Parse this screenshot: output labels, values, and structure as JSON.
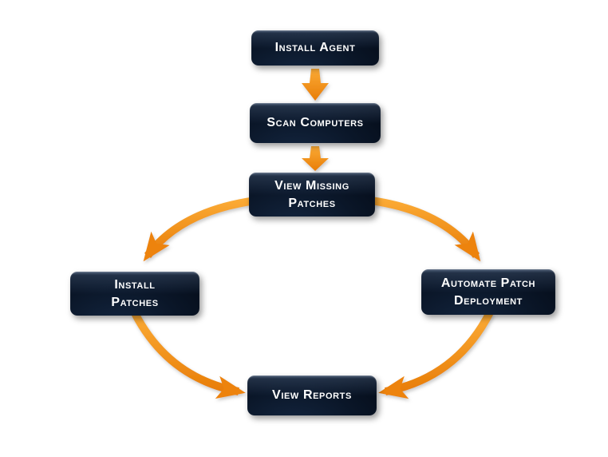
{
  "diagram": {
    "type": "flowchart",
    "background": "#ffffff",
    "nodes": [
      {
        "id": "install-agent",
        "label": "Install Agent"
      },
      {
        "id": "scan-computers",
        "label": "Scan Computers"
      },
      {
        "id": "view-missing-patches",
        "label": "View Missing Patches"
      },
      {
        "id": "install-patches",
        "label": "Install Patches"
      },
      {
        "id": "automate-patch-deployment",
        "label": "Automate Patch Deployment"
      },
      {
        "id": "view-reports",
        "label": "View Reports"
      }
    ],
    "edges": [
      {
        "from": "install-agent",
        "to": "scan-computers",
        "style": "straight-down"
      },
      {
        "from": "scan-computers",
        "to": "view-missing-patches",
        "style": "straight-down"
      },
      {
        "from": "view-missing-patches",
        "to": "install-patches",
        "style": "curve-down-left"
      },
      {
        "from": "view-missing-patches",
        "to": "automate-patch-deployment",
        "style": "curve-down-right"
      },
      {
        "from": "install-patches",
        "to": "view-reports",
        "style": "curve-down-right"
      },
      {
        "from": "automate-patch-deployment",
        "to": "view-reports",
        "style": "curve-down-left"
      }
    ],
    "colors": {
      "node_background": "#0a1628",
      "node_gloss_highlight": "#5f789b",
      "node_text": "#ffffff",
      "arrow_light": "#fbab36",
      "arrow_dark": "#e87d08",
      "arrowhead": "#ed830c"
    }
  }
}
